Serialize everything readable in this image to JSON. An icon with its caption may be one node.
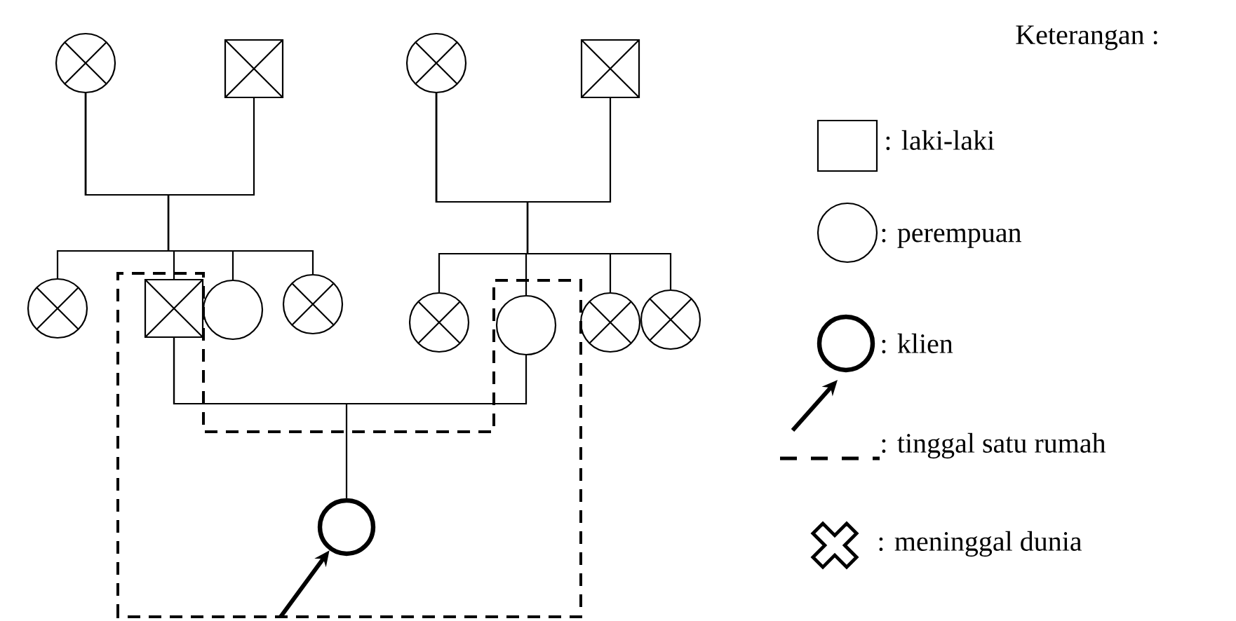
{
  "diagram": {
    "nodes": [
      {
        "text": [],
        "shape": "crossed-circle"
      },
      {
        "text": [],
        "shape": "crossed-box"
      },
      {
        "text": [],
        "shape": "crossed-circle"
      },
      {
        "text": [],
        "shape": "crossed-box"
      },
      {
        "text": [],
        "shape": "crossed-circle"
      },
      {
        "text": [],
        "shape": "crossed-box"
      },
      {
        "text": [],
        "shape": "circle"
      },
      {
        "text": [],
        "shape": "crossed-circle"
      },
      {
        "text": [],
        "shape": "crossed-circle"
      },
      {
        "text": [],
        "shape": "circle"
      },
      {
        "text": [],
        "shape": "crossed-circle"
      },
      {
        "text": [],
        "shape": "crossed-circle"
      },
      {
        "text": [],
        "shape": "bold-circle"
      }
    ],
    "edges": [
      {
        "from": 0,
        "to": 1,
        "arrow": "none"
      },
      {
        "from": 2,
        "to": 3,
        "arrow": "none"
      },
      {
        "from": 0,
        "to": 4,
        "arrow": "none"
      },
      {
        "from": 0,
        "to": 5,
        "arrow": "none"
      },
      {
        "from": 0,
        "to": 6,
        "arrow": "none"
      },
      {
        "from": 0,
        "to": 7,
        "arrow": "none"
      },
      {
        "from": 2,
        "to": 8,
        "arrow": "none"
      },
      {
        "from": 2,
        "to": 9,
        "arrow": "none"
      },
      {
        "from": 2,
        "to": 10,
        "arrow": "none"
      },
      {
        "from": 2,
        "to": 11,
        "arrow": "none"
      },
      {
        "from": 5,
        "to": 9,
        "arrow": "none"
      },
      {
        "from": 5,
        "to": 12,
        "arrow": "none"
      },
      {
        "from": null,
        "to": 12,
        "arrow": "to",
        "style": "thick"
      }
    ],
    "labels": [
      "Keterangan :"
    ],
    "legend": [
      {
        "text": ": laki-laki"
      },
      {
        "text": ": perempuan"
      },
      {
        "text": ": klien"
      },
      {
        "text": ": tinggal satu rumah"
      },
      {
        "text": ": meninggal dunia"
      }
    ]
  }
}
